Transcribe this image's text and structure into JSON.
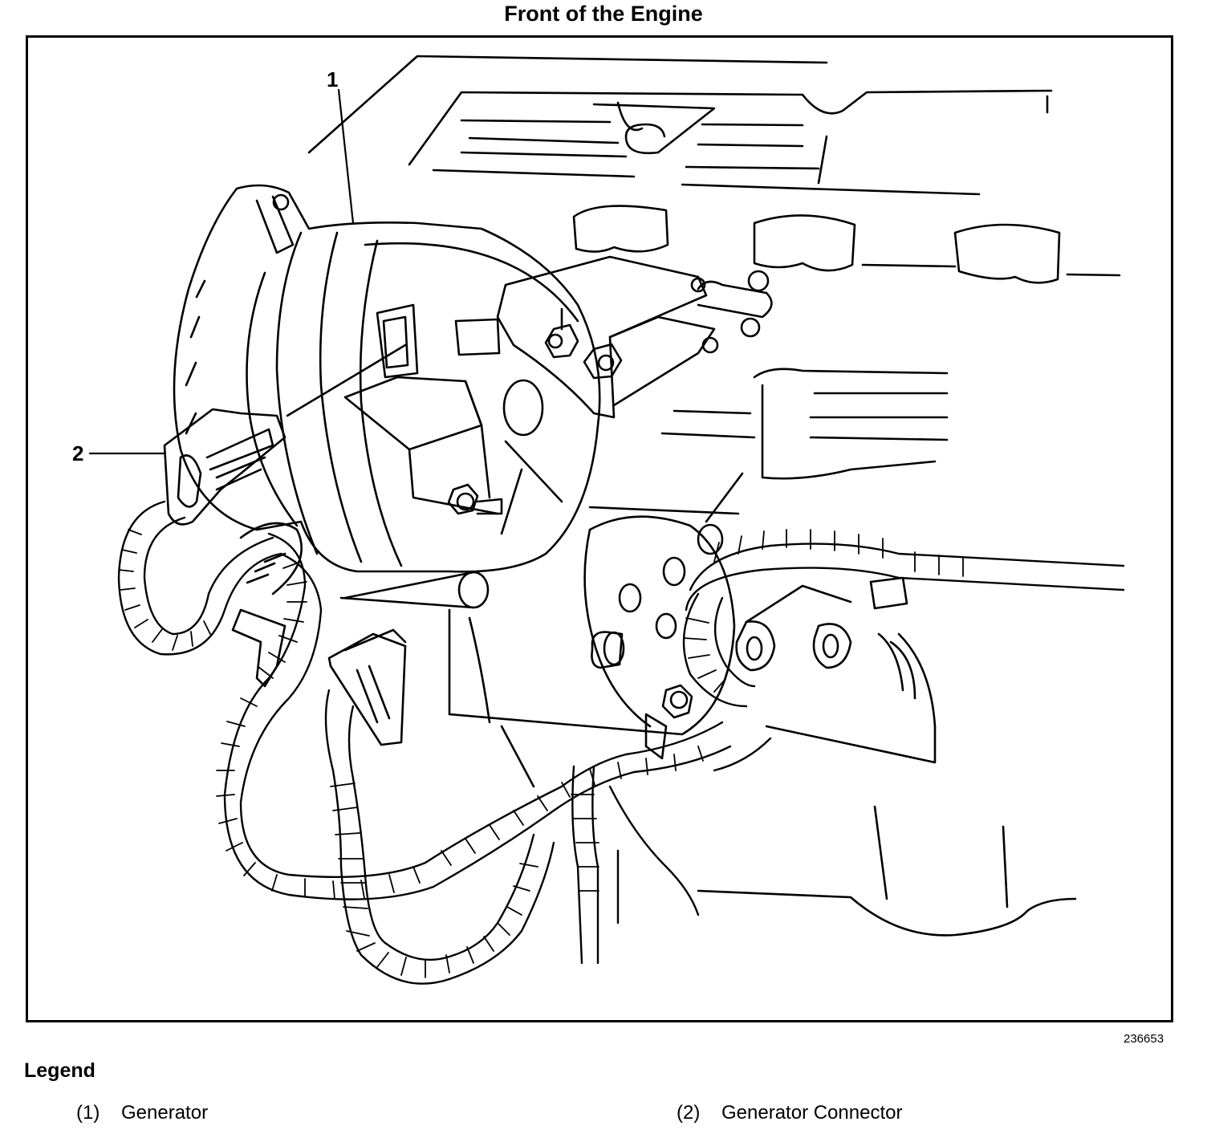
{
  "header": {
    "title": "Front of the Engine"
  },
  "diagram": {
    "callouts": [
      {
        "id": "1",
        "label": "1"
      },
      {
        "id": "2",
        "label": "2"
      }
    ],
    "figure_number": "236653"
  },
  "legend": {
    "title": "Legend",
    "items": [
      {
        "number": "(1)",
        "label": "Generator"
      },
      {
        "number": "(2)",
        "label": "Generator Connector"
      }
    ]
  }
}
